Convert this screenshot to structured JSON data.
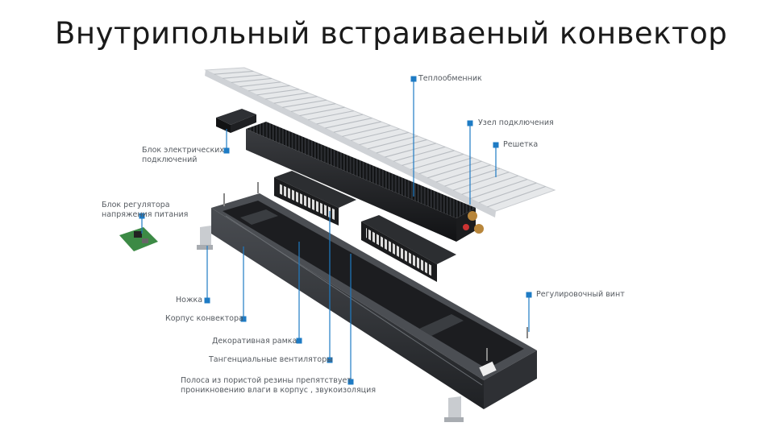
{
  "title": "Внутрипольный встраиваеный конвектор",
  "colors": {
    "accent": "#1e7bc4",
    "body": "#2b2d30",
    "grille": "#e6e8ea"
  },
  "labels": {
    "heat_exchanger": "Теплообменник",
    "connection_unit": "Узел подключения",
    "grille": "Решетка",
    "electrical_block": "Блок электрических\nподключений",
    "regulator_block": "Блок регулятора\nнапряжения питания",
    "foot": "Ножка",
    "housing": "Корпус конвектора",
    "frame": "Декоративная рамка",
    "fans": "Тангенциальные вентиляторы",
    "rubber_strip": "Полоса из пористой резины препятствует\nпроникновению влаги в корпус , звукоизоляция",
    "adjust_screw": "Регулировочный винт"
  }
}
